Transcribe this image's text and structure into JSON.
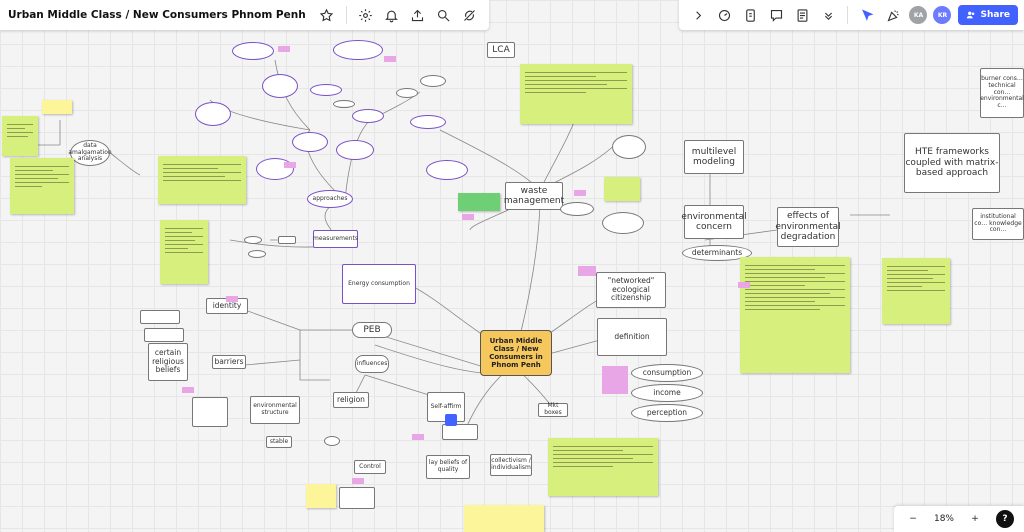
{
  "header": {
    "board_title": "Urban Middle Class / New Consumers Phnom Penh",
    "icons": [
      "star-icon",
      "gear-icon",
      "bell-icon",
      "upload-icon",
      "search-icon",
      "no-sync-icon"
    ]
  },
  "right_toolbar": {
    "icons": [
      "chevron-right-icon",
      "timer-icon",
      "card-icon",
      "comment-icon",
      "notes-icon",
      "more-icon",
      "cursor-icon",
      "party-icon"
    ],
    "avatars": [
      {
        "initials": "KA",
        "color": "#9fa3a8"
      },
      {
        "initials": "KR",
        "color": "#6d7bff"
      }
    ],
    "share_label": "Share"
  },
  "zoom": {
    "minus": "−",
    "level": "18%",
    "plus": "+",
    "help": "?"
  },
  "nodes": {
    "central": "Urban Middle Class / New Consumers in Phnom Penh",
    "lca": "LCA",
    "waste": "waste management",
    "energy": "Energy consumption",
    "peb": "PEB",
    "identity": "identity",
    "barriers": "barriers",
    "religion": "religion",
    "certain": "certain religious beliefs",
    "influences": "influences",
    "measurements": "measurements",
    "approaches": "approaches",
    "networked": "\"networked\" ecological citizenship",
    "definition": "definition",
    "consumption": "consumption",
    "income": "income",
    "perception": "perception",
    "multilevel": "multilevel modeling",
    "env_concern": "environmental concern",
    "effects": "effects of environmental degradation",
    "determinants": "determinants",
    "hte": "HTE frameworks coupled with matrix-based approach",
    "burner": "burner cons… technical con… environmental c…",
    "institutional": "institutional co… knowledge con…",
    "environmental": "environmental structure",
    "control": "Control",
    "beliefs": "lay beliefs of quality",
    "data": "data amalgamation analysis",
    "mkt": "Mkt boxes",
    "collectivism": "collectivism / individualism",
    "pelf": "Self-affirm",
    "stable": "stable"
  },
  "stickies": [
    {
      "id": "s1",
      "color": "#d7ef7c"
    },
    {
      "id": "s2",
      "color": "#d7ef7c"
    },
    {
      "id": "s3",
      "color": "#d7ef7c"
    },
    {
      "id": "s4",
      "color": "#d7ef7c"
    },
    {
      "id": "s5",
      "color": "#d7ef7c"
    },
    {
      "id": "s6",
      "color": "#d7ef7c"
    },
    {
      "id": "s7",
      "color": "#d7ef7c"
    },
    {
      "id": "s8",
      "color": "#fdf59a"
    },
    {
      "id": "s9",
      "color": "#fdf59a"
    },
    {
      "id": "s10",
      "color": "#fdf59a"
    },
    {
      "id": "s11",
      "color": "#6fcf74"
    }
  ]
}
